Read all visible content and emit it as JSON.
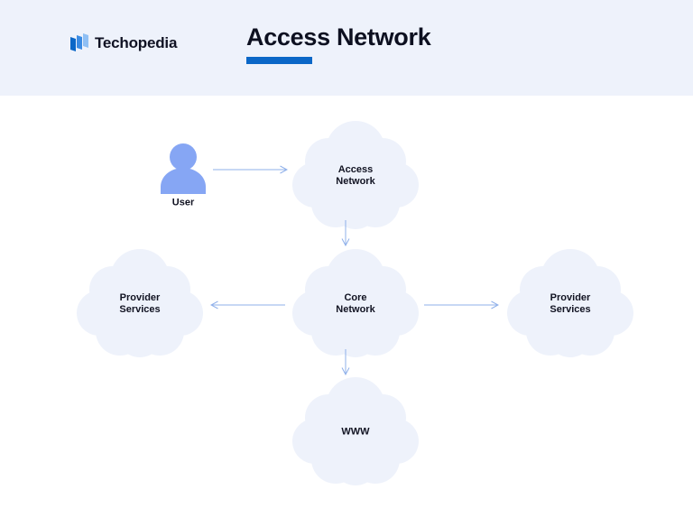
{
  "header": {
    "brand": "Techopedia",
    "title": "Access Network",
    "accent_color": "#0b67c7",
    "background_color": "#eef2fb"
  },
  "diagram": {
    "cloud_color": "#eef2fb",
    "arrow_color": "#8fb0ea",
    "user_icon_color": "#86a6f4",
    "nodes": {
      "user": "User",
      "access_network": "Access\nNetwork",
      "core_network": "Core\nNetwork",
      "provider_left": "Provider\nServices",
      "provider_right": "Provider\nServices",
      "www": "WWW"
    }
  }
}
